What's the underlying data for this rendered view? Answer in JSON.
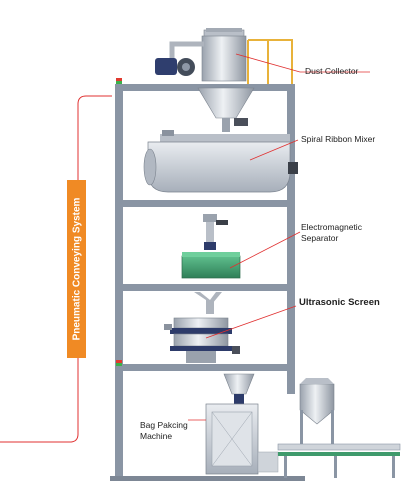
{
  "title": "",
  "side_label": "Pneumatic Conveying System",
  "labels": {
    "dust_collector": "Dust Collector",
    "spiral_ribbon_mixer": "Spiral Ribbon Mixer",
    "electromagnetic_separator_line1": "Electromagnetic",
    "electromagnetic_separator_line2": "Separator",
    "ultrasonic_screen": "Ultrasonic Screen",
    "bag_packing_line1": "Bag Pakcing",
    "bag_packing_line2": "Machine"
  },
  "colors": {
    "frame": "#8a95a4",
    "steel": "#c9ced6",
    "leader_line": "#e03030",
    "side_panel": "#f08a24",
    "separator_green": "#3f9a6c"
  }
}
